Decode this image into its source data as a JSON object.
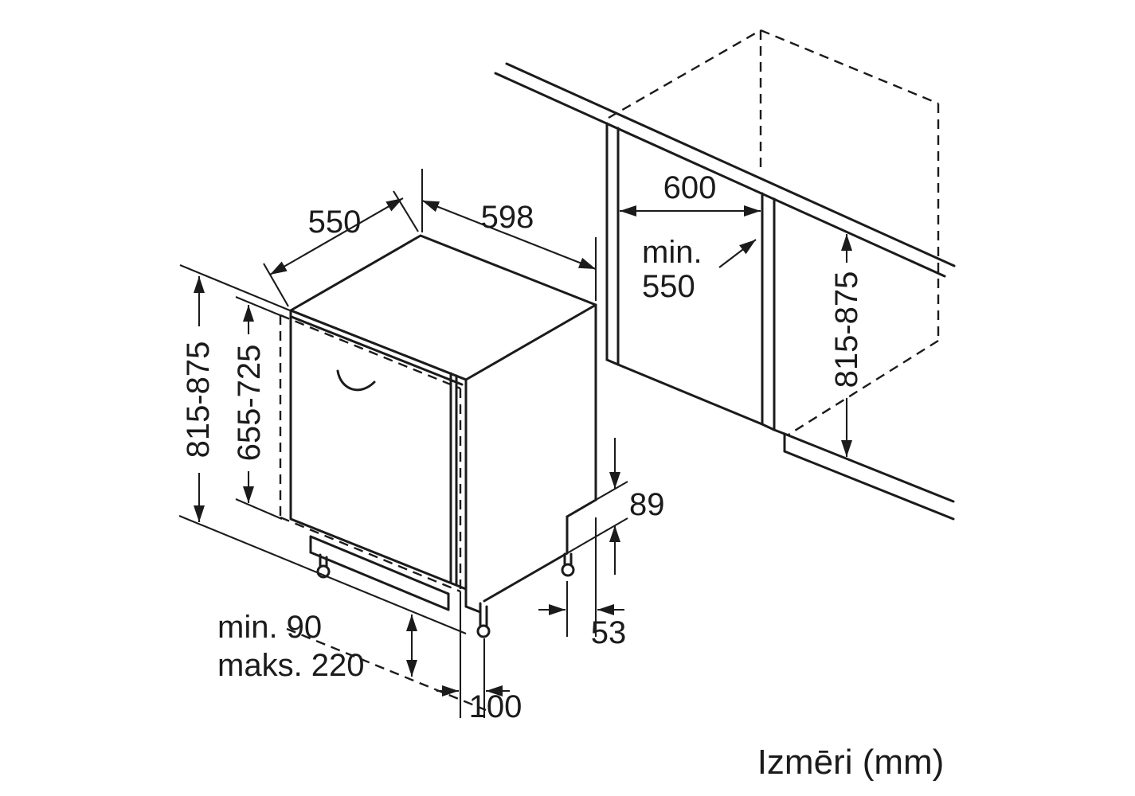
{
  "caption": "Izmēri (mm)",
  "colors": {
    "line": "#1b1b1b",
    "background": "#ffffff"
  },
  "dimensions": {
    "appliance_depth": "550",
    "appliance_width": "598",
    "appliance_height": "815-875",
    "furniture_door_height": "655-725",
    "niche_width": "600",
    "niche_depth_prefix": "min.",
    "niche_depth_value": "550",
    "niche_height": "815-875",
    "rear_recess_height": "89",
    "rear_foot_setback": "53",
    "front_foot_setback": "100",
    "plinth_height_min": "min. 90",
    "plinth_height_max": "maks. 220"
  }
}
